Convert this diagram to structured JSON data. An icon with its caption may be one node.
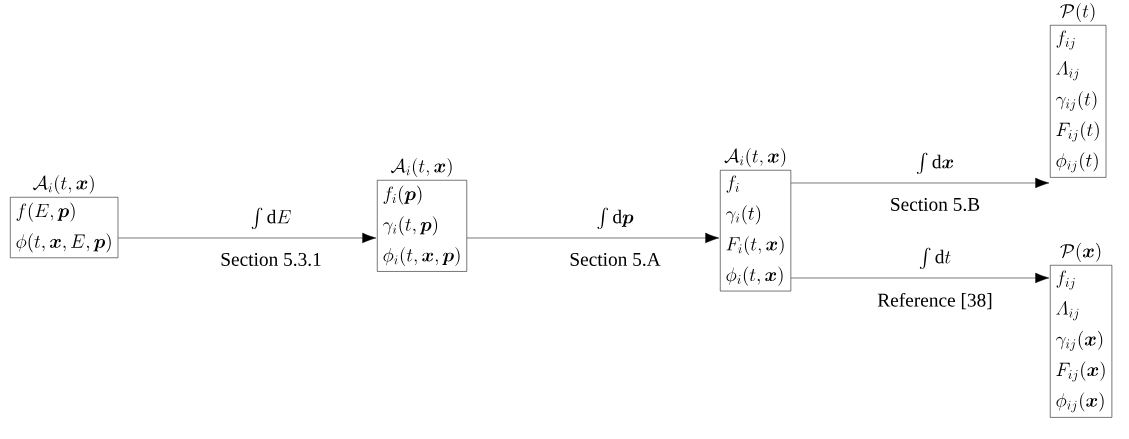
{
  "diagram": {
    "nodes": [
      {
        "text": [
          "\\mathcal{A}_i(t, \\boldsymbol{x})",
          "f(E, \\boldsymbol{p})",
          "\\phi(t, \\boldsymbol{x}, E, \\boldsymbol{p})"
        ]
      },
      {
        "text": [
          "\\mathcal{A}_i(t, \\boldsymbol{x})",
          "f_i(\\boldsymbol{p})",
          "\\gamma_i(t, \\boldsymbol{p})",
          "\\phi_i(t, \\boldsymbol{x}, \\boldsymbol{p})"
        ]
      },
      {
        "text": [
          "\\mathcal{A}_i(t, \\boldsymbol{x})",
          "f_i",
          "\\gamma_i(t)",
          "F_i(t, \\boldsymbol{x})",
          "\\phi_i(t, \\boldsymbol{x})"
        ]
      },
      {
        "text": [
          "\\mathcal{P}(t)",
          "f_{ij}",
          "\\mathnormal{\\Lambda}_{ij}",
          "\\gamma_{ij}(t)",
          "F_{ij}(t)",
          "\\phi_{ij}(t)"
        ]
      },
      {
        "text": [
          "\\mathcal{P}(\\boldsymbol{x})",
          "f_{ij}",
          "\\mathnormal{\\Lambda}_{ij}",
          "\\gamma_{ij}(\\boldsymbol{x})",
          "F_{ij}(\\boldsymbol{x})",
          "\\phi_{ij}(\\boldsymbol{x})"
        ]
      }
    ],
    "edges": [
      {
        "from": 0,
        "to": 1,
        "arrow": "to",
        "label": "\\int \\mathrm{d}E"
      },
      {
        "from": 1,
        "to": 2,
        "arrow": "to",
        "label": "\\int \\mathrm{d}\\boldsymbol{p}"
      },
      {
        "from": 2,
        "to": 3,
        "arrow": "to",
        "label": "\\int \\mathrm{d}\\boldsymbol{x}"
      },
      {
        "from": 2,
        "to": 4,
        "arrow": "to",
        "label": "\\int \\mathrm{d}t"
      }
    ],
    "labels": [
      "Section 5.3.1",
      "Section 5.A",
      "Section 5.B",
      "Reference [38]"
    ]
  }
}
